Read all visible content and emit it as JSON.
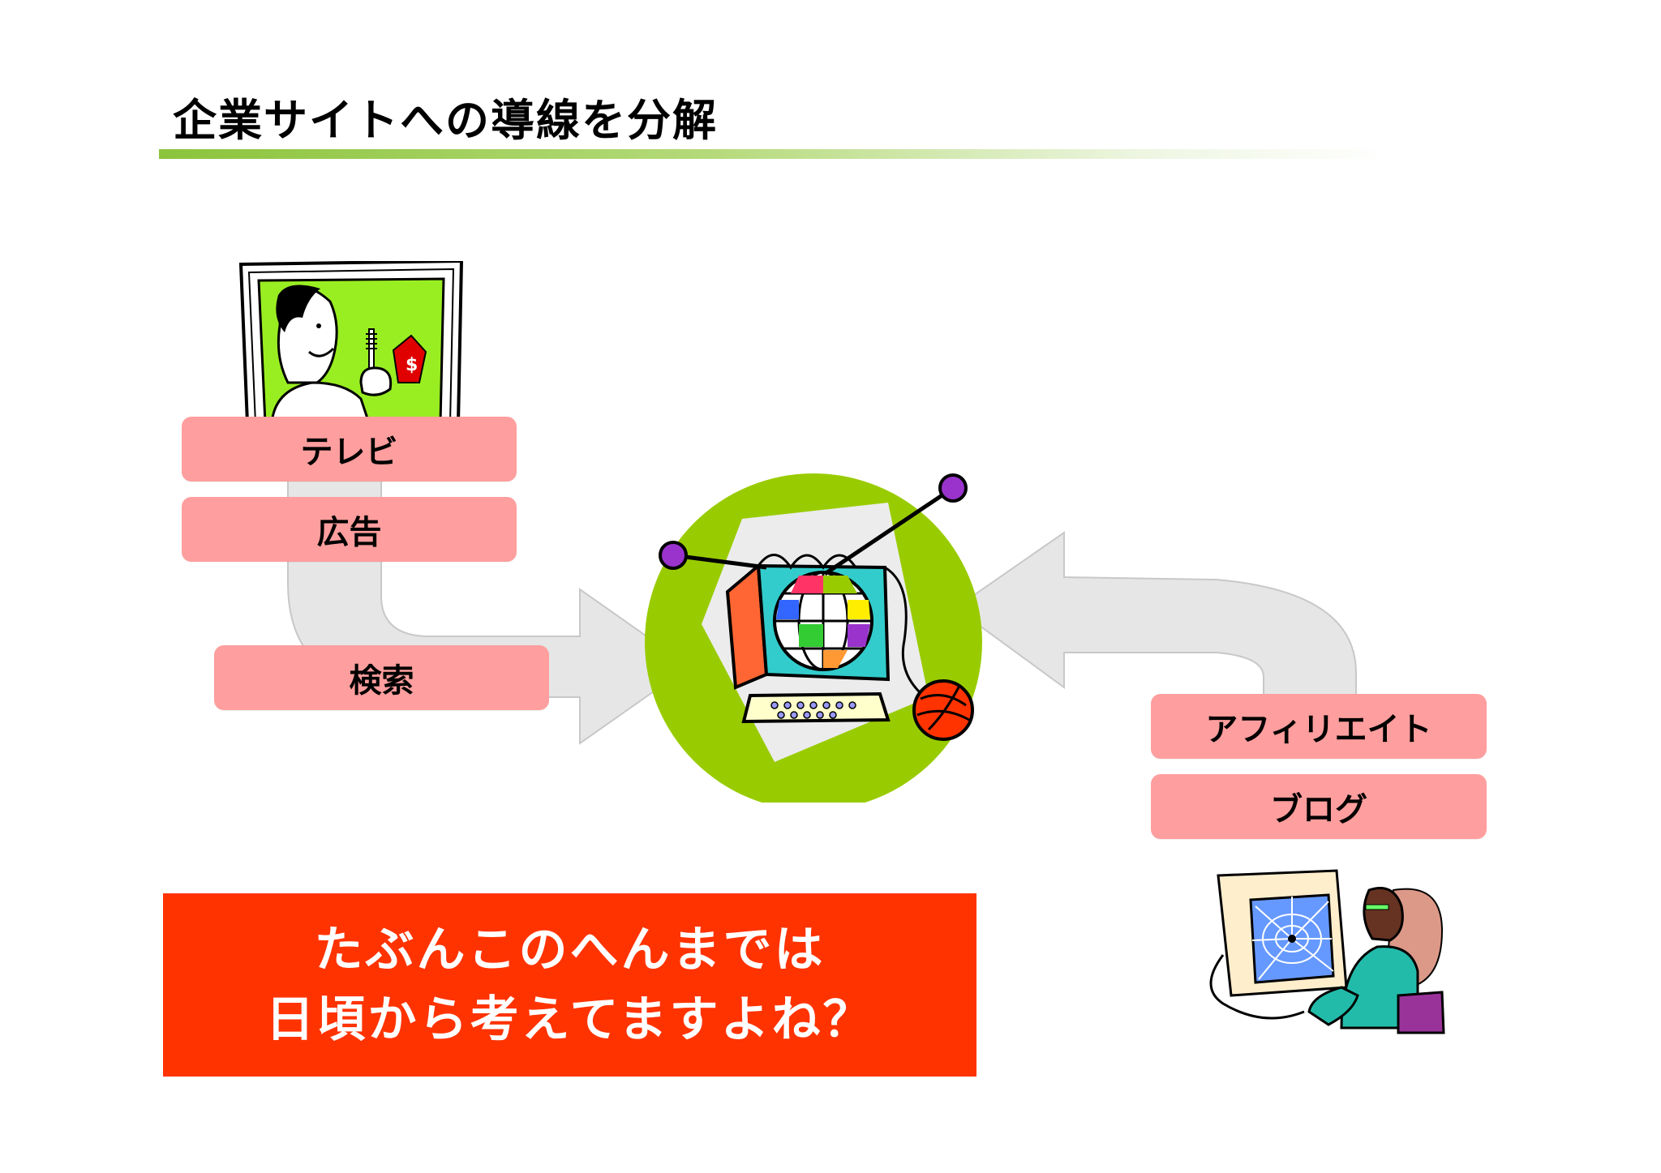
{
  "slide": {
    "title": "企業サイトへの導線を分解"
  },
  "sources_left": [
    {
      "label": "テレビ"
    },
    {
      "label": "広告"
    },
    {
      "label": "検索"
    }
  ],
  "sources_right": [
    {
      "label": "アフィリエイト"
    },
    {
      "label": "ブログ"
    }
  ],
  "callout": {
    "line1": "たぶんこのへんまでは",
    "line2": "日頃から考えてますよね？"
  },
  "colors": {
    "title_bar_green": "#8cc43c",
    "label_pink": "#ff9e9e",
    "callout_red": "#ff3300",
    "hub_green": "#99cc00",
    "arrow_gray": "#e6e6e6"
  },
  "illustrations": [
    "tv-presenter-clipart",
    "globe-computer-knitting-hub",
    "person-at-computer-web-clipart"
  ]
}
